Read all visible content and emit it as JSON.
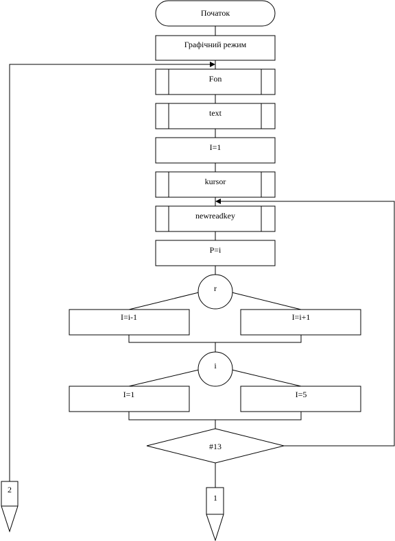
{
  "flowchart": {
    "start": "Початок",
    "graphics_mode": "Графічний режим",
    "fon": "Fon",
    "text": "text",
    "i_init": "I=1",
    "kursor": "kursor",
    "newreadkey": "newreadkey",
    "p_assign": "P=i",
    "switch_r": "r",
    "dec": "I=i-1",
    "inc": "I=i+1",
    "switch_i": "i",
    "set_one": "I=1",
    "set_five": "I=5",
    "condition": "#13",
    "connector_1": "1",
    "connector_2": "2"
  }
}
